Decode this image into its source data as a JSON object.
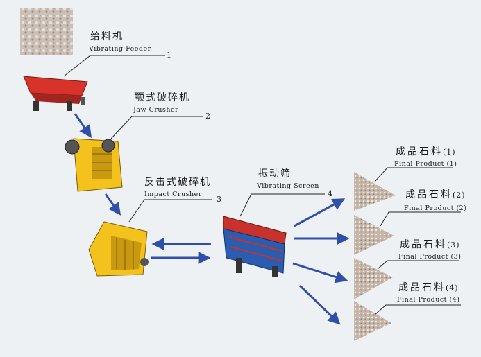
{
  "stages": [
    {
      "num": "1",
      "zh": "给料机",
      "en": "Vibrating Feeder"
    },
    {
      "num": "2",
      "zh": "颚式破碎机",
      "en": "Jaw Crusher"
    },
    {
      "num": "3",
      "zh": "反击式破碎机",
      "en": "Impact Crusher"
    },
    {
      "num": "4",
      "zh": "振动筛",
      "en": "Vibrating Screen"
    }
  ],
  "products": [
    {
      "zh": "成品石料",
      "n": "(1)",
      "en": "Final Product (1)"
    },
    {
      "zh": "成品石料",
      "n": "(2)",
      "en": "Final Product (2)"
    },
    {
      "zh": "成品石料",
      "n": "(3)",
      "en": "Final Product (3)"
    },
    {
      "zh": "成品石料",
      "n": "(4)",
      "en": "Final Product (4)"
    }
  ],
  "colors": {
    "arrow": "#2f4fa8",
    "feeder": "#d8332a",
    "crusher": "#f3c21c",
    "screen_frame": "#c8322c",
    "screen_body": "#2a5db0",
    "rock": "#c9b8ae"
  }
}
